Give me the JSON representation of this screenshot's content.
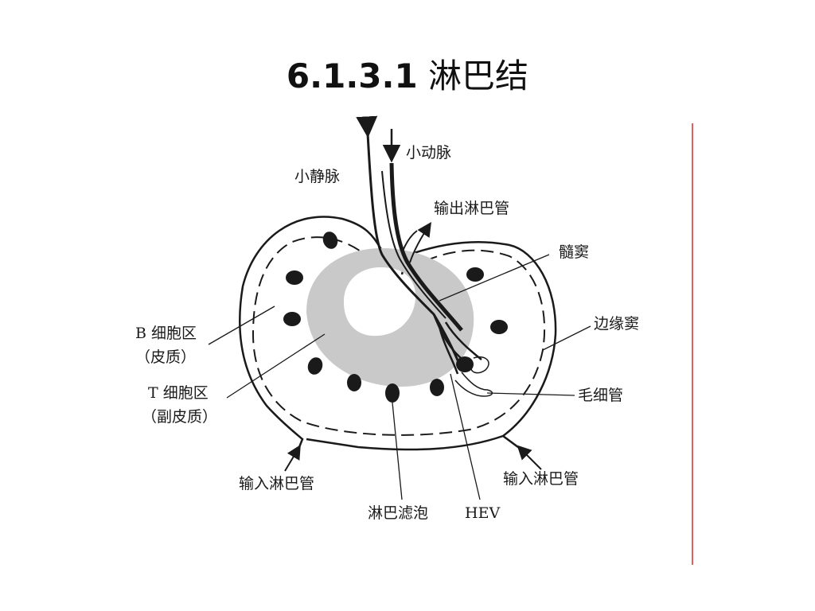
{
  "title": {
    "number": "6.1.3.1",
    "text": "淋巴结"
  },
  "colors": {
    "ink": "#1a1a1a",
    "cortex_gray": "#c9c9c9",
    "rule_red": "#e06060"
  },
  "labels": {
    "small_artery": "小动脉",
    "small_vein": "小静脉",
    "efferent_lymph": "输出淋巴管",
    "medullary_sinus": "髓窦",
    "marginal_sinus": "边缘窦",
    "b_cell_zone": "B 细胞区",
    "cortex": "（皮质）",
    "t_cell_zone": "T 细胞区",
    "paracortex": "（副皮质）",
    "capillary": "毛细管",
    "afferent_left": "输入淋巴管",
    "afferent_right": "输入淋巴管",
    "follicle": "淋巴滤泡",
    "hev": "HEV"
  }
}
